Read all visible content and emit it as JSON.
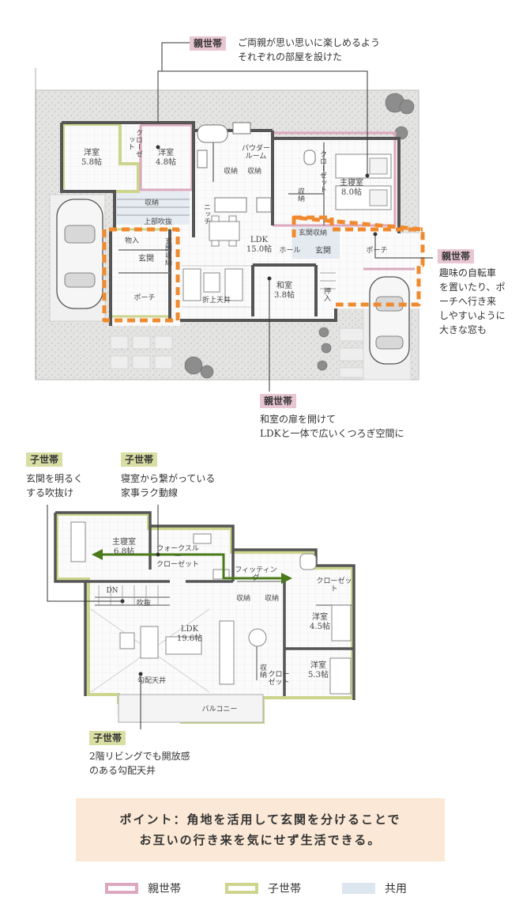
{
  "colors": {
    "parent": "#dba8bd",
    "child": "#cdd58c",
    "shared": "#dde6ee",
    "wall": "#555555",
    "highlight": "#f08a2e",
    "arrow": "#4a7a1a"
  },
  "first_floor": {
    "callout_top": {
      "tag": "親世帯",
      "text": "ご両親が思い思いに楽しめるよう\nそれぞれの部屋を設けた"
    },
    "callout_right": {
      "tag": "親世帯",
      "text": "趣味の自転車\nを置いたり、ポ\nーチへ行き来\nしやすいように\n大きな窓も"
    },
    "callout_bottom": {
      "tag": "親世帯",
      "text": "和室の扉を開けて\nLDKと一体で広いくつろぎ空間に"
    },
    "rooms": {
      "youshitsu_a": "洋室\n5.8帖",
      "closet_a": "クローゼット",
      "youshitsu_b": "洋室\n4.8帖",
      "powder": "パウダー\nルーム",
      "storage1": "収納",
      "storage2": "収納",
      "storage3": "収納",
      "storage4": "収納",
      "closet_b": "クローゼット",
      "master": "主寝室\n8.0帖",
      "ldk": "LDK\n15.0帖",
      "washitsu": "和室\n3.8帖",
      "genkan_left": "玄関",
      "genkan_right": "玄関",
      "porch_left": "ポーチ",
      "porch_right": "ポーチ",
      "hall": "ホール",
      "void": "上部吹抜",
      "genkan_storage_left": "玄関収納",
      "genkan_storage_right": "玄関収納",
      "niche": "ニッチ",
      "oshiire": "押入",
      "ceiling": "折上天井",
      "shoes": "物入"
    }
  },
  "second_floor": {
    "callout_left": {
      "tag": "子世帯",
      "text": "玄関を明るく\nする吹抜け"
    },
    "callout_mid": {
      "tag": "子世帯",
      "text": "寝室から繋がっている\n家事ラク動線"
    },
    "callout_bottom": {
      "tag": "子世帯",
      "text": "2階リビングでも開放感\nのある勾配天井"
    },
    "rooms": {
      "master": "主寝室\n6.8帖",
      "walkin": "ウォークスルー\nクローゼット",
      "fitting": "フィッティング",
      "closet_a": "クローゼット",
      "storage1": "収納",
      "storage2": "収納",
      "storage3": "収納",
      "void": "吹抜",
      "dn": "DN",
      "ldk": "LDK\n19.6帖",
      "youshitsu_a": "洋室\n4.5帖",
      "youshitsu_b": "洋室\n5.3帖",
      "closet_b": "クロー\nゼット",
      "slope": "勾配天井",
      "balcony": "バルコニー"
    }
  },
  "point": {
    "line1": "ポイント：角地を活用して玄関を分けることで",
    "line2": "お互いの行き来を気にせず生活できる。"
  },
  "legend": [
    {
      "label": "親世帯",
      "kind": "outline",
      "color": "#dba8bd"
    },
    {
      "label": "子世帯",
      "kind": "outline",
      "color": "#cdd58c"
    },
    {
      "label": "共用",
      "kind": "fill",
      "color": "#dde6ee"
    }
  ]
}
